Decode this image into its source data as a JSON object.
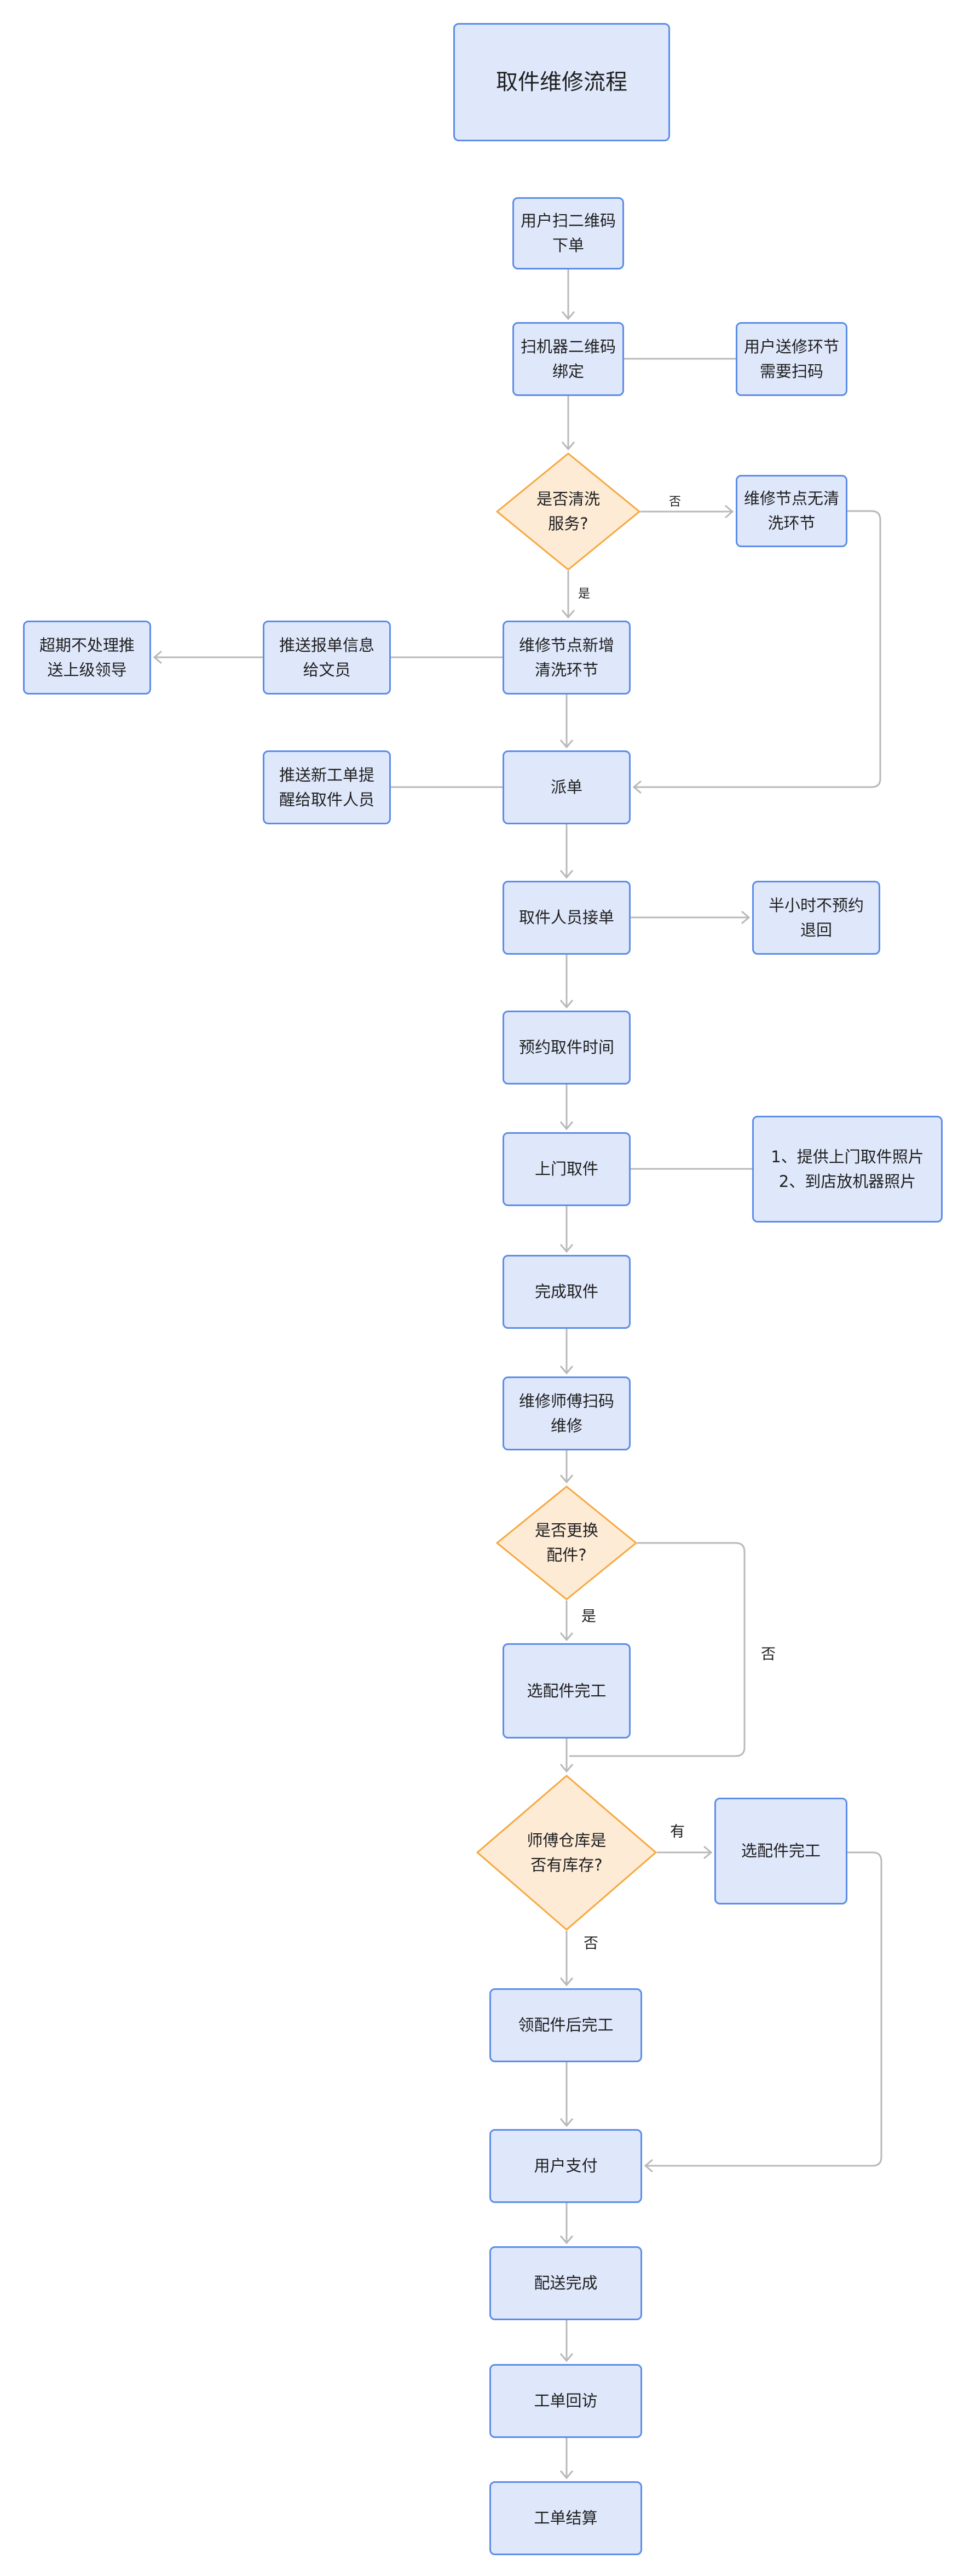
{
  "diagram": {
    "title": "取件维修流程",
    "nodes": {
      "user_scan_order": "用户扫二维码\n下单",
      "scan_bind": "扫机器二维码\n绑定",
      "send_repair_scan": "用户送修环节\n需要扫码",
      "is_wash": "是否清洗\n服务?",
      "no_wash_node": "维修节点无清\n洗环节",
      "add_wash_node": "维修节点新增\n清洗环节",
      "push_report_clerk": "推送报单信息\n给文员",
      "overdue_escalate": "超期不处理推\n送上级领导",
      "dispatch": "派单",
      "push_new_order": "推送新工单提\n醒给取件人员",
      "pickup_accept": "取件人员接单",
      "half_hour_return": "半小时不预约\n退回",
      "schedule_pickup": "预约取件时间",
      "door_pickup": "上门取件",
      "photos_note": "1、提供上门取件照片\n2、到店放机器照片",
      "pickup_done": "完成取件",
      "tech_scan_repair": "维修师傅扫码\n维修",
      "replace_parts": "是否更换\n配件?",
      "select_parts_done_1": "选配件完工",
      "has_stock": "师傅仓库是\n否有库存?",
      "select_parts_done_2": "选配件完工",
      "get_parts_done": "领配件后完工",
      "user_pay": "用户支付",
      "delivery_done": "配送完成",
      "order_revisit": "工单回访",
      "order_settle": "工单结算"
    },
    "edge_labels": {
      "wash_no": "否",
      "wash_yes": "是",
      "replace_yes": "是",
      "replace_no": "否",
      "stock_yes": "有",
      "stock_no": "否"
    },
    "colors": {
      "box_fill": "#dfe8fb",
      "box_border": "#5d8de8",
      "decision_fill": "#fdebd6",
      "decision_border": "#f6a93f",
      "edge": "#b9b9b9"
    }
  }
}
